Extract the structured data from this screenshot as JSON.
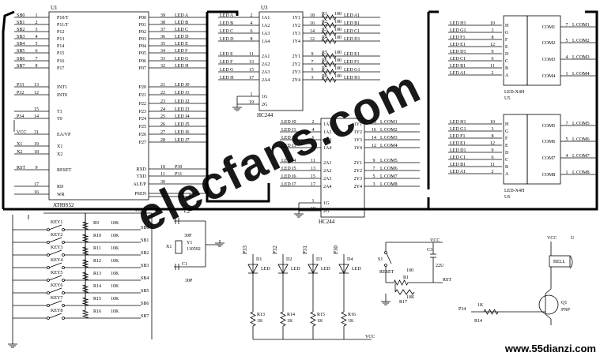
{
  "mcu": {
    "chip_label": "U1",
    "name": "AT89S52",
    "left_pins": [
      {
        "num": "1",
        "name": "P10/T"
      },
      {
        "num": "2",
        "name": "P11/T"
      },
      {
        "num": "3",
        "name": "P12"
      },
      {
        "num": "4",
        "name": "P13"
      },
      {
        "num": "5",
        "name": "P14"
      },
      {
        "num": "6",
        "name": "P15"
      },
      {
        "num": "7",
        "name": "P16"
      },
      {
        "num": "8",
        "name": "P17"
      },
      {
        "num": "13",
        "name": "INT1"
      },
      {
        "num": "12",
        "name": "INT0"
      },
      {
        "num": "15",
        "name": "T1"
      },
      {
        "num": "14",
        "name": "T0"
      },
      {
        "num": "31",
        "name": "EA/VP"
      },
      {
        "num": "19",
        "name": "X1"
      },
      {
        "num": "18",
        "name": "X2"
      },
      {
        "num": "9",
        "name": "RESET"
      },
      {
        "num": "17",
        "name": "RD"
      },
      {
        "num": "16",
        "name": "WR"
      }
    ],
    "left_nets": [
      "SB0",
      "SB1",
      "SB2",
      "SB3",
      "SB4",
      "SB5",
      "SB6",
      "SB7",
      "P33",
      "P32",
      "",
      "P34",
      "VCC",
      "X1",
      "X2",
      "RST",
      "",
      ""
    ],
    "right_pins": [
      {
        "num": "39",
        "name": "P00",
        "net": "LED A"
      },
      {
        "num": "38",
        "name": "P01",
        "net": "LED B"
      },
      {
        "num": "37",
        "name": "P02",
        "net": "LED C"
      },
      {
        "num": "36",
        "name": "P03",
        "net": "LED D"
      },
      {
        "num": "35",
        "name": "P04",
        "net": "LED E"
      },
      {
        "num": "34",
        "name": "P05",
        "net": "LED F"
      },
      {
        "num": "33",
        "name": "P06",
        "net": "LED G"
      },
      {
        "num": "32",
        "name": "P07",
        "net": "LED H"
      },
      {
        "num": "21",
        "name": "P20",
        "net": "LED J0"
      },
      {
        "num": "22",
        "name": "P21",
        "net": "LED J1"
      },
      {
        "num": "23",
        "name": "P22",
        "net": "LED J2"
      },
      {
        "num": "24",
        "name": "P23",
        "net": "LED J3"
      },
      {
        "num": "25",
        "name": "P24",
        "net": "LED J4"
      },
      {
        "num": "26",
        "name": "P25",
        "net": "LED J5"
      },
      {
        "num": "27",
        "name": "P26",
        "net": "LED J6"
      },
      {
        "num": "28",
        "name": "P27",
        "net": "LED J7"
      },
      {
        "num": "10",
        "name": "RXD",
        "net": "P30"
      },
      {
        "num": "11",
        "name": "TXD",
        "net": "P31"
      },
      {
        "num": "30",
        "name": "ALE/P",
        "net": ""
      },
      {
        "num": "29",
        "name": "PSEN",
        "net": ""
      }
    ]
  },
  "hc244_top": {
    "chip_label": "U3",
    "name": "HC244",
    "inputs": [
      {
        "net": "LED A",
        "num": "2",
        "pin": "1A1"
      },
      {
        "net": "LED B",
        "num": "4",
        "pin": "1A2"
      },
      {
        "net": "LED C",
        "num": "6",
        "pin": "1A3"
      },
      {
        "net": "LED D",
        "num": "8",
        "pin": "1A4"
      },
      {
        "net": "LED E",
        "num": "11",
        "pin": "2A1"
      },
      {
        "net": "LED F",
        "num": "13",
        "pin": "2A2"
      },
      {
        "net": "LED G",
        "num": "15",
        "pin": "2A3"
      },
      {
        "net": "LED H",
        "num": "17",
        "pin": "2A4"
      }
    ],
    "outputs": [
      {
        "pin": "1Y1",
        "num": "18",
        "r": "R1",
        "rv": "100",
        "net": "LED A1"
      },
      {
        "pin": "1Y2",
        "num": "16",
        "r": "R2",
        "rv": "100",
        "net": "LED B1"
      },
      {
        "pin": "1Y3",
        "num": "14",
        "r": "R3",
        "rv": "100",
        "net": "LED C1"
      },
      {
        "pin": "1Y4",
        "num": "12",
        "r": "R4",
        "rv": "100",
        "net": "LED D1"
      },
      {
        "pin": "2Y1",
        "num": "9",
        "r": "R5",
        "rv": "100",
        "net": "LED E1"
      },
      {
        "pin": "2Y2",
        "num": "7",
        "r": "R6",
        "rv": "100",
        "net": "LED F1"
      },
      {
        "pin": "2Y3",
        "num": "5",
        "r": "R7",
        "rv": "100",
        "net": "LED G1"
      },
      {
        "pin": "2Y4",
        "num": "3",
        "r": "R8",
        "rv": "100",
        "net": "LED H1"
      }
    ],
    "enables": [
      {
        "num": "1",
        "pin": "1G"
      },
      {
        "num": "19",
        "pin": "2G"
      }
    ]
  },
  "hc244_bot": {
    "chip_label": "",
    "name": "HC244",
    "inputs": [
      {
        "net": "LED J0",
        "num": "2",
        "pin": "1A1"
      },
      {
        "net": "LED J1",
        "num": "4",
        "pin": "1A2"
      },
      {
        "net": "LED J2",
        "num": "6",
        "pin": "1A3"
      },
      {
        "net": "LED J3",
        "num": "8",
        "pin": "1A4"
      },
      {
        "net": "LED J4",
        "num": "11",
        "pin": "2A1"
      },
      {
        "net": "LED J5",
        "num": "13",
        "pin": "2A2"
      },
      {
        "net": "LED J6",
        "num": "15",
        "pin": "2A3"
      },
      {
        "net": "LED J7",
        "num": "17",
        "pin": "2A4"
      }
    ],
    "outputs": [
      {
        "pin": "1Y1",
        "num": "18",
        "net": "L COM1"
      },
      {
        "pin": "1Y2",
        "num": "16",
        "net": "L COM2"
      },
      {
        "pin": "1Y3",
        "num": "14",
        "net": "L COM3"
      },
      {
        "pin": "1Y4",
        "num": "12",
        "net": "L COM4"
      },
      {
        "pin": "2Y1",
        "num": "9",
        "net": "L COM5"
      },
      {
        "pin": "2Y2",
        "num": "7",
        "net": "L COM6"
      },
      {
        "pin": "2Y3",
        "num": "5",
        "net": "L COM7"
      },
      {
        "pin": "2Y4",
        "num": "3",
        "net": "L COM8"
      }
    ],
    "enables": [
      {
        "num": "1",
        "pin": "1G"
      },
      {
        "num": "19",
        "pin": "2G"
      }
    ]
  },
  "displays": [
    {
      "name": "LED-X4H",
      "chip_label": "U5",
      "segments": [
        {
          "net": "LED H1",
          "num": "10",
          "seg": "H"
        },
        {
          "net": "LED G1",
          "num": "3",
          "seg": "G"
        },
        {
          "net": "LED F1",
          "num": "8",
          "seg": "F"
        },
        {
          "net": "LED E1",
          "num": "12",
          "seg": "E"
        },
        {
          "net": "LED D1",
          "num": "9",
          "seg": "D"
        },
        {
          "net": "LED C1",
          "num": "6",
          "seg": "C"
        },
        {
          "net": "LED B1",
          "num": "11",
          "seg": "B"
        },
        {
          "net": "LED A1",
          "num": "2",
          "seg": "A"
        }
      ],
      "commons": [
        {
          "pin": "COM1",
          "num": "7",
          "net": "L COM1"
        },
        {
          "pin": "COM2",
          "num": "5",
          "net": "L COM2"
        },
        {
          "pin": "COM3",
          "num": "4",
          "net": "L COM3"
        },
        {
          "pin": "COM4",
          "num": "1",
          "net": "L COM4"
        }
      ]
    },
    {
      "name": "LED-X4H",
      "chip_label": "U6",
      "segments": [
        {
          "net": "LED H1",
          "num": "10",
          "seg": "H"
        },
        {
          "net": "LED G1",
          "num": "3",
          "seg": "G"
        },
        {
          "net": "LED F1",
          "num": "8",
          "seg": "F"
        },
        {
          "net": "LED E1",
          "num": "12",
          "seg": "E"
        },
        {
          "net": "LED D1",
          "num": "9",
          "seg": "D"
        },
        {
          "net": "LED C1",
          "num": "6",
          "seg": "C"
        },
        {
          "net": "LED B1",
          "num": "11",
          "seg": "B"
        },
        {
          "net": "LED A1",
          "num": "2",
          "seg": "A"
        }
      ],
      "commons": [
        {
          "pin": "COM5",
          "num": "7",
          "net": "L COM5"
        },
        {
          "pin": "COM6",
          "num": "5",
          "net": "L COM6"
        },
        {
          "pin": "COM7",
          "num": "4",
          "net": "L COM7"
        },
        {
          "pin": "COM8",
          "num": "1",
          "net": "L COM8"
        }
      ]
    }
  ],
  "keys": [
    {
      "key": "KEY1",
      "r": "R9",
      "rv": "10K",
      "net": "SB0"
    },
    {
      "key": "KEY2",
      "r": "R10",
      "rv": "10K",
      "net": "SB1"
    },
    {
      "key": "KEY3",
      "r": "R11",
      "rv": "10K",
      "net": "SB2"
    },
    {
      "key": "KEY4",
      "r": "R12",
      "rv": "10K",
      "net": "SB3"
    },
    {
      "key": "KEY5",
      "r": "R13",
      "rv": "10K",
      "net": "SB4"
    },
    {
      "key": "KEY6",
      "r": "R14",
      "rv": "10K",
      "net": "SB5"
    },
    {
      "key": "KEY7",
      "r": "R15",
      "rv": "10K",
      "net": "SB6"
    },
    {
      "key": "KEY8",
      "r": "R16",
      "rv": "10K",
      "net": "SB7"
    }
  ],
  "keys_vcc": "VCC",
  "crystal": {
    "c1": "C1",
    "c1v": "30P",
    "c2": "C2",
    "c2v": "30P",
    "y": "Y1",
    "yv": "110592",
    "x1": "X1",
    "x2": "X2"
  },
  "leds": [
    {
      "net": "P33",
      "d": "D1",
      "lab": "LED",
      "r": "R13",
      "rv": "1K"
    },
    {
      "net": "P32",
      "d": "D2",
      "lab": "LED",
      "r": "R14",
      "rv": "1K"
    },
    {
      "net": "P31",
      "d": "D3",
      "lab": "LED",
      "r": "R15",
      "rv": "1K"
    },
    {
      "net": "P30",
      "d": "D4",
      "lab": "LED",
      "r": "R16",
      "rv": "1K"
    }
  ],
  "leds_vcc": "VCC",
  "reset": {
    "vcc": "VCC",
    "s": "S1",
    "s_lab": "RESET",
    "c": "C3",
    "cv": "22U",
    "r": "R1",
    "rv": "100",
    "r2": "R17",
    "r2v": "10K",
    "net": "RST"
  },
  "buzzer": {
    "vcc": "VCC",
    "u": "U",
    "bell": "BELL",
    "net": "P34",
    "r": "R14",
    "rv": "1K",
    "q": "Q1",
    "qv": "PNP"
  },
  "watermark": "elecfans.com",
  "footer": "www.55dianzi.com"
}
